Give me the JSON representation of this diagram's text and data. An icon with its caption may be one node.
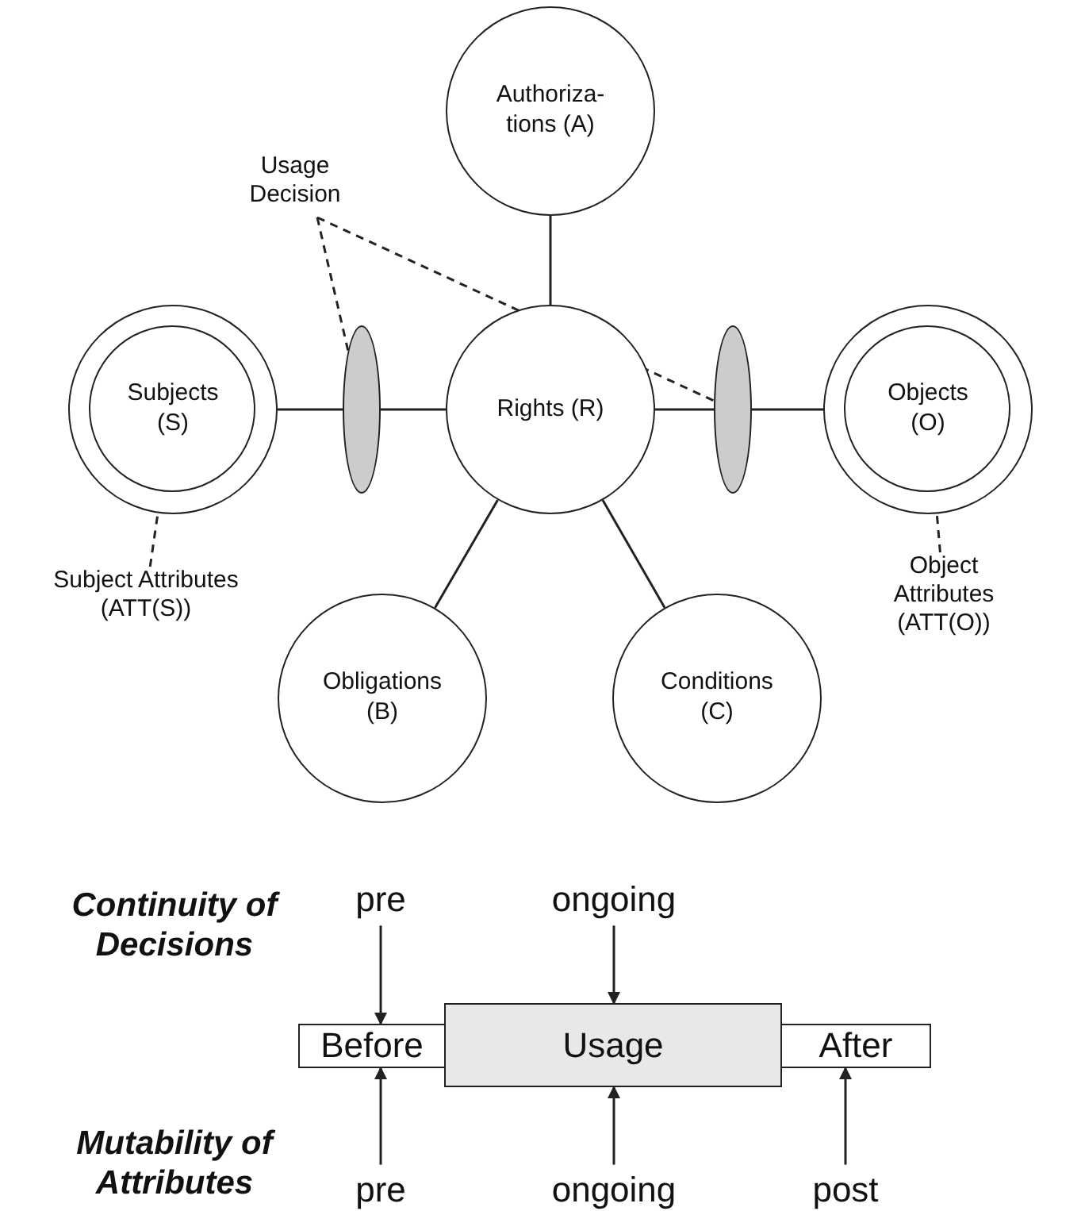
{
  "diagram": {
    "nodes": [
      {
        "text": [
          "Authoriza- tions (A)"
        ]
      },
      {
        "text": [
          "Usage Decision"
        ]
      },
      {
        "text": [
          "Subjects (S)"
        ]
      },
      {
        "text": [],
        "shape": "ellipse"
      },
      {
        "text": [
          "Rights (R)"
        ]
      },
      {
        "text": [],
        "shape": "ellipse"
      },
      {
        "text": [
          "Objects (O)"
        ]
      },
      {
        "text": [
          "Subject Attributes (ATT(S))"
        ]
      },
      {
        "text": [
          "Object Attributes (ATT(O))"
        ]
      },
      {
        "text": [
          "Obligations (B)"
        ]
      },
      {
        "text": [
          "Conditions (C)"
        ]
      },
      {
        "text": [
          "Continuity of Decisions"
        ]
      },
      {
        "text": [
          "pre"
        ]
      },
      {
        "text": [
          "ongoing"
        ]
      },
      {
        "text": [
          "Before"
        ]
      },
      {
        "text": [
          "Usage"
        ]
      },
      {
        "text": [
          "After"
        ]
      },
      {
        "text": [
          "Mutability of Attributes"
        ]
      },
      {
        "text": [
          "pre"
        ]
      },
      {
        "text": [
          "ongoing"
        ]
      },
      {
        "text": [
          "post"
        ]
      }
    ],
    "edges": [
      {
        "from": 0,
        "to": 4,
        "arrow": "none"
      },
      {
        "from": 2,
        "to": 3,
        "arrow": "none"
      },
      {
        "from": 3,
        "to": 4,
        "arrow": "none"
      },
      {
        "from": 4,
        "to": 5,
        "arrow": "none"
      },
      {
        "from": 5,
        "to": 6,
        "arrow": "none"
      },
      {
        "from": 4,
        "to": 9,
        "arrow": "none"
      },
      {
        "from": 4,
        "to": 10,
        "arrow": "none"
      },
      {
        "from": 1,
        "to": 3,
        "arrow": "none",
        "style": "dashed"
      },
      {
        "from": 1,
        "to": 5,
        "arrow": "none",
        "style": "dashed"
      },
      {
        "from": 7,
        "to": 2,
        "arrow": "none",
        "style": "dashed"
      },
      {
        "from": 8,
        "to": 6,
        "arrow": "none",
        "style": "dashed"
      },
      {
        "from": 12,
        "to": 14,
        "arrow": "to"
      },
      {
        "from": 13,
        "to": 15,
        "arrow": "to"
      },
      {
        "from": 18,
        "to": 14,
        "arrow": "to"
      },
      {
        "from": 19,
        "to": 15,
        "arrow": "to"
      },
      {
        "from": 20,
        "to": 16,
        "arrow": "to"
      }
    ]
  }
}
